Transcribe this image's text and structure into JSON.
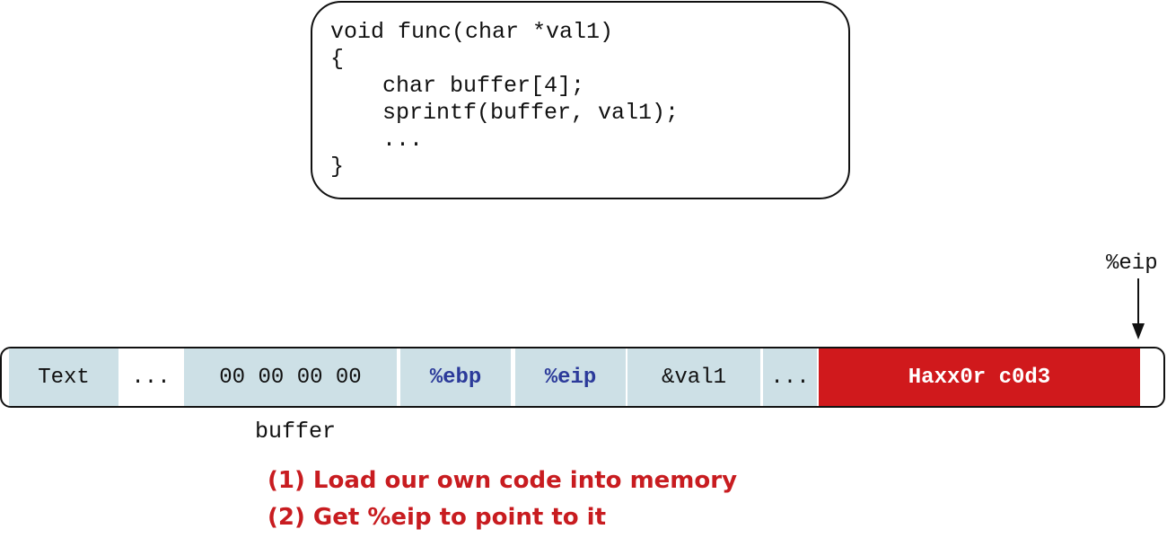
{
  "code": {
    "lines": [
      "void func(char *val1)",
      "{",
      "char buffer[4];",
      "sprintf(buffer, val1);",
      "...",
      "}"
    ]
  },
  "stack": {
    "cells": [
      {
        "label": "Text"
      },
      {
        "label": "..."
      },
      {
        "label": "00 00 00 00"
      },
      {
        "label": "%ebp"
      },
      {
        "label": "%eip"
      },
      {
        "label": "&val1"
      },
      {
        "label": "..."
      },
      {
        "label": "Haxx0r c0d3"
      }
    ],
    "buffer_label": "buffer",
    "pointer_label": "%eip"
  },
  "notes": [
    "(1) Load our own code into memory",
    "(2) Get %eip to point to it"
  ],
  "colors": {
    "cell_fill": "#cde0e6",
    "register_text": "#2b3a9a",
    "exploit_fill": "#d0191c",
    "note_text": "#c81c20"
  }
}
